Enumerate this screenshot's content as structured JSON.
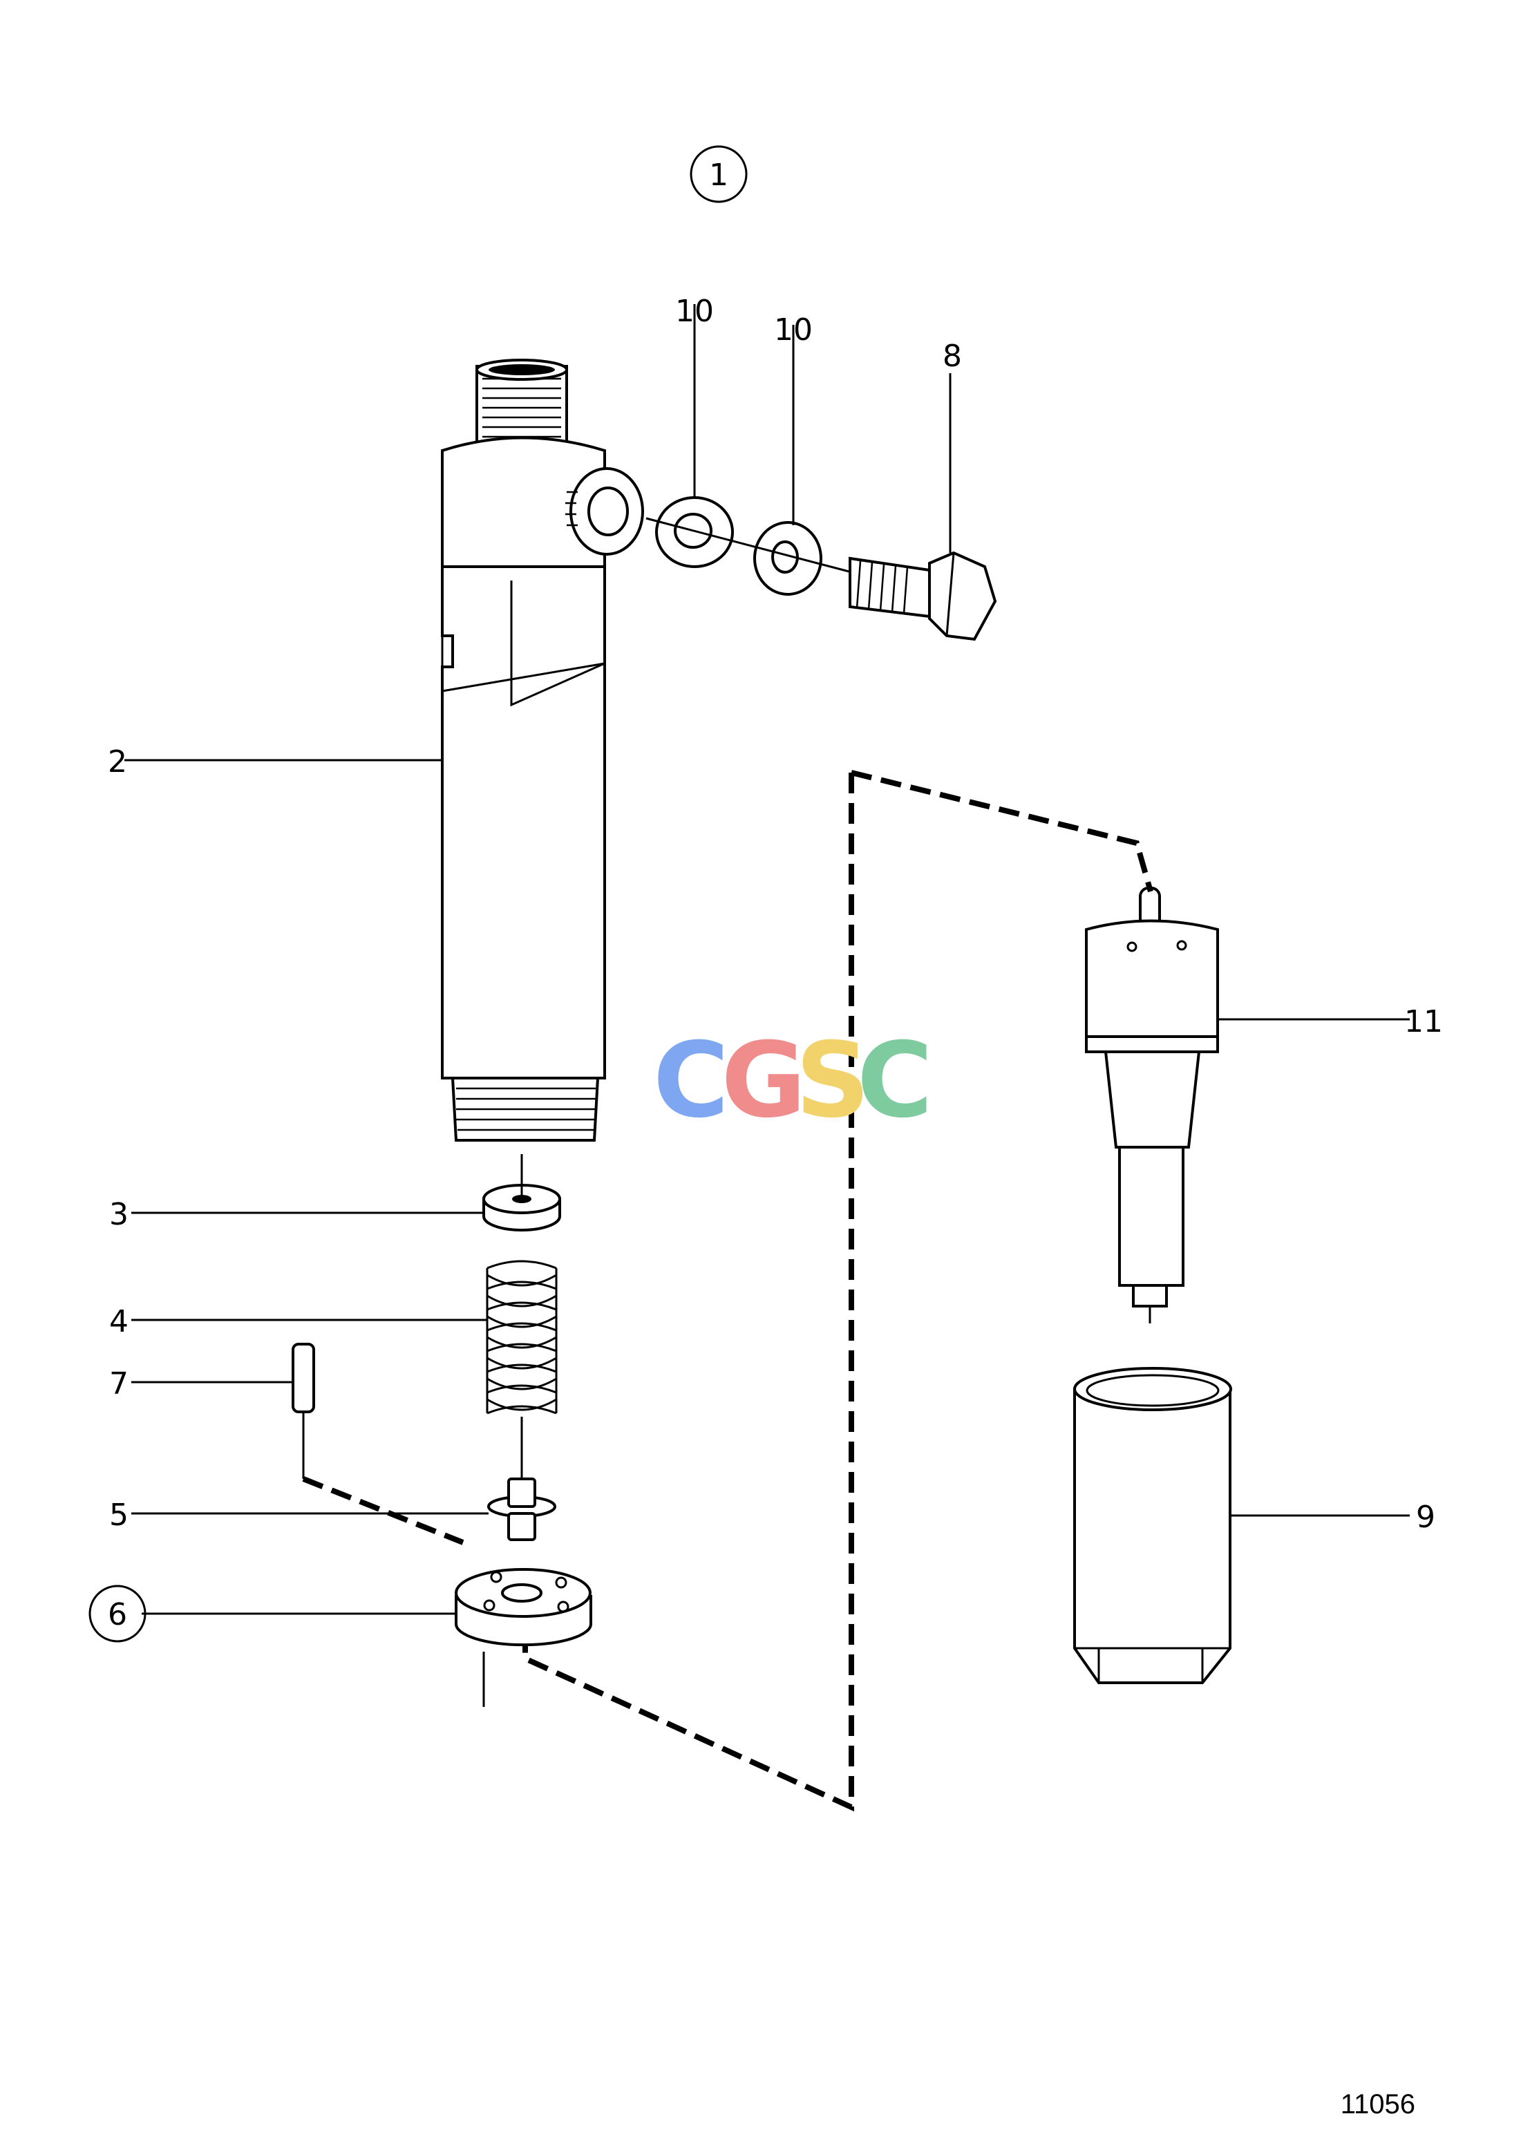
{
  "title": "",
  "callouts": [
    {
      "id": "c1",
      "text": "1",
      "circled": true
    },
    {
      "id": "c10a",
      "text": "10",
      "circled": false
    },
    {
      "id": "c10b",
      "text": "10",
      "circled": false
    },
    {
      "id": "c8",
      "text": "8",
      "circled": false
    },
    {
      "id": "c2",
      "text": "2",
      "circled": false
    },
    {
      "id": "c11",
      "text": "11",
      "circled": false
    },
    {
      "id": "c3",
      "text": "3",
      "circled": false
    },
    {
      "id": "c4",
      "text": "4",
      "circled": false
    },
    {
      "id": "c7",
      "text": "7",
      "circled": false
    },
    {
      "id": "c5",
      "text": "5",
      "circled": false
    },
    {
      "id": "c6",
      "text": "6",
      "circled": true
    },
    {
      "id": "c9",
      "text": "9",
      "circled": false
    }
  ],
  "watermark": {
    "letters": [
      "C",
      "G",
      "S",
      "C"
    ],
    "colors": [
      "#7fa6f0",
      "#f08c8c",
      "#f2d26a",
      "#7fcba0"
    ]
  },
  "figure_ref": "11056"
}
